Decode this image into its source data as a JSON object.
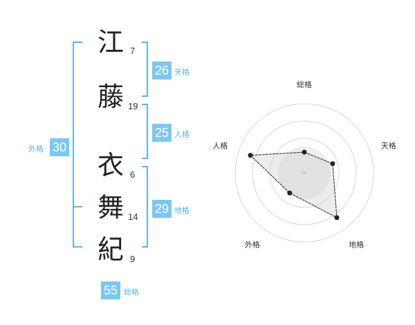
{
  "name": {
    "chars": [
      {
        "char": "江",
        "strokes": "7"
      },
      {
        "char": "藤",
        "strokes": "19"
      },
      {
        "char": "衣",
        "strokes": "6"
      },
      {
        "char": "舞",
        "strokes": "14"
      },
      {
        "char": "紀",
        "strokes": "9"
      }
    ]
  },
  "kaku": {
    "tenkaku": {
      "value": "26",
      "label": "天格"
    },
    "jinkaku": {
      "value": "25",
      "label": "人格"
    },
    "chikaku": {
      "value": "29",
      "label": "地格"
    },
    "gaikaku": {
      "value": "30",
      "label": "外格"
    },
    "soukaku": {
      "value": "55",
      "label": "総格"
    }
  },
  "radar": {
    "axes": [
      "総格",
      "天格",
      "地格",
      "外格",
      "人格"
    ],
    "values": [
      0.3,
      0.43,
      0.8,
      0.36,
      0.82
    ],
    "colors": {
      "fill": "#e6e6e6",
      "stroke": "#222222",
      "ring": "#d6d6d6",
      "accent": "#57b6ec"
    }
  }
}
